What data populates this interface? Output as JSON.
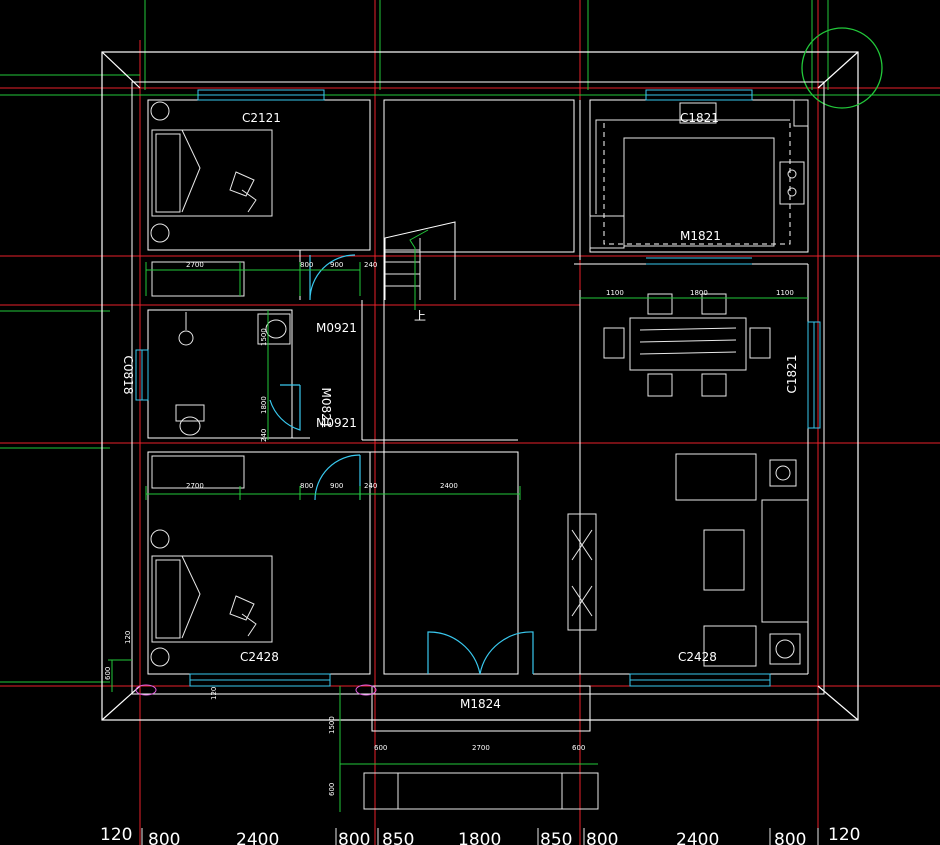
{
  "rooms": {
    "window_bedroom_top": "C2121",
    "window_left_wall": "C0818",
    "door_bath_top": "M0921",
    "door_bath_bottom": "M0921",
    "door_bath_vertical": "M0821",
    "stair_up": "上",
    "window_kitchen": "C1821",
    "door_kitchen": "M1821",
    "window_dining_right": "C1821",
    "window_bedroom_bottom": "C2428",
    "window_living": "C2428",
    "door_entrance": "M1824"
  },
  "dimensions": {
    "wardrobe_top": {
      "width": "2700",
      "a": "800",
      "b": "900",
      "c": "240"
    },
    "wardrobe_bottom": {
      "width": "2700",
      "a": "800",
      "b": "900",
      "c": "240",
      "d": "2400"
    },
    "bath_vertical": {
      "a": "1500",
      "b": "1800",
      "c": "240"
    },
    "dining": {
      "left": "1100",
      "mid": "1800",
      "right": "1100"
    },
    "porch": {
      "left": "600",
      "mid": "2700",
      "right": "600",
      "depth": "1500",
      "step": "600"
    },
    "corner": {
      "top": "120",
      "mid": "600",
      "bottom": "120"
    }
  },
  "bottom_axis": [
    "120",
    "800",
    "2400",
    "800",
    "850",
    "1800",
    "850",
    "800",
    "2400",
    "800",
    "120"
  ]
}
